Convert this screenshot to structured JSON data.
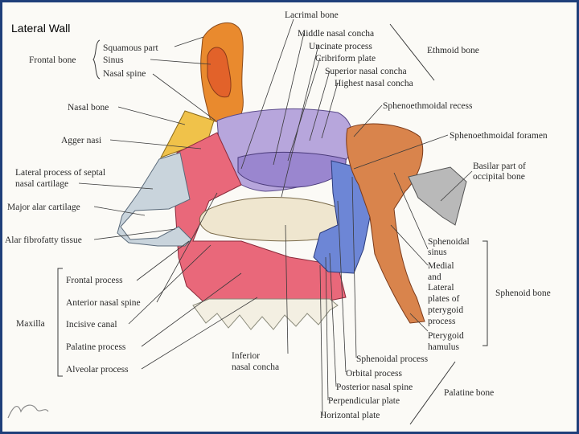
{
  "slide": {
    "title": "Lateral Wall"
  },
  "labels": {
    "lacrimal_bone": "Lacrimal bone",
    "middle_nasal_concha": "Middle nasal concha",
    "uncinate_process": "Uncinate process",
    "cribriform_plate": "Cribriform plate",
    "superior_nasal_concha": "Superior nasal concha",
    "highest_nasal_concha": "Highest nasal concha",
    "ethmoid_bone": "Ethmoid bone",
    "squamous_part": "Squamous part",
    "sinus": "Sinus",
    "nasal_spine": "Nasal spine",
    "frontal_bone": "Frontal bone",
    "nasal_bone": "Nasal bone",
    "sphenoethmoidal_recess": "Sphenoethmoidal recess",
    "agger_nasi": "Agger nasi",
    "sphenoethmoidal_foramen": "Sphenoethmoidal foramen",
    "lateral_process_line1": "Lateral process of septal",
    "lateral_process_line2": "nasal cartilage",
    "basilar_line1": "Basilar part of",
    "basilar_line2": "occipital bone",
    "major_alar_cartilage": "Major alar cartilage",
    "alar_fibrofatty_tissue": "Alar fibrofatty tissue",
    "sphenoidal_sinus_line1": "Sphenoidal",
    "sphenoidal_sinus_line2": "sinus",
    "medial_line1": "Medial",
    "medial_line2": "and",
    "medial_line3": "Lateral",
    "medial_line4": "plates of",
    "medial_line5": "pterygoid",
    "medial_line6": "process",
    "sphenoid_bone": "Sphenoid bone",
    "pterygoid_line1": "Pterygoid",
    "pterygoid_line2": "hamulus",
    "frontal_process": "Frontal process",
    "anterior_nasal_spine": "Anterior nasal spine",
    "maxilla": "Maxilla",
    "incisive_canal": "Incisive canal",
    "palatine_process": "Palatine process",
    "alveolar_process": "Alveolar process",
    "inferior_line1": "Inferior",
    "inferior_line2": "nasal concha",
    "sphenoidal_process": "Sphenoidal process",
    "orbital_process": "Orbital process",
    "posterior_nasal_spine": "Posterior nasal spine",
    "perpendicular_plate": "Perpendicular plate",
    "horizontal_plate": "Horizontal plate",
    "palatine_bone": "Palatine bone"
  },
  "colors": {
    "frontal": "#e98a2e",
    "sinus": "#e2622a",
    "nasal_bone": "#f0c24a",
    "ethmoid": "#b7a6dc",
    "maxilla": "#e9687a",
    "concha": "#efe6cf",
    "palatine": "#6d86d6",
    "sphenoid": "#d9844c",
    "occipital": "#b9b9b9",
    "cartilage": "#c9d4dc",
    "frame": "#1f3f7a"
  }
}
